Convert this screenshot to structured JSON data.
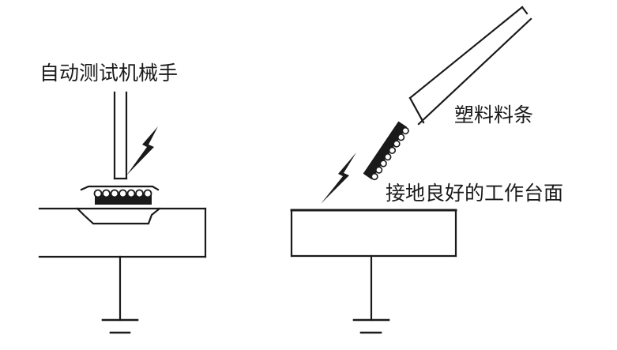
{
  "labels": {
    "test_arm": "自动测试机械手",
    "plastic_strip": "塑料料条",
    "grounded_surface": "接地良好的工作台面"
  },
  "colors": {
    "ink": "#1a1a1a",
    "background": "#ffffff"
  },
  "icons": [
    "lightning-bolt-icon",
    "ground-symbol-icon",
    "ic-chip-icon"
  ]
}
